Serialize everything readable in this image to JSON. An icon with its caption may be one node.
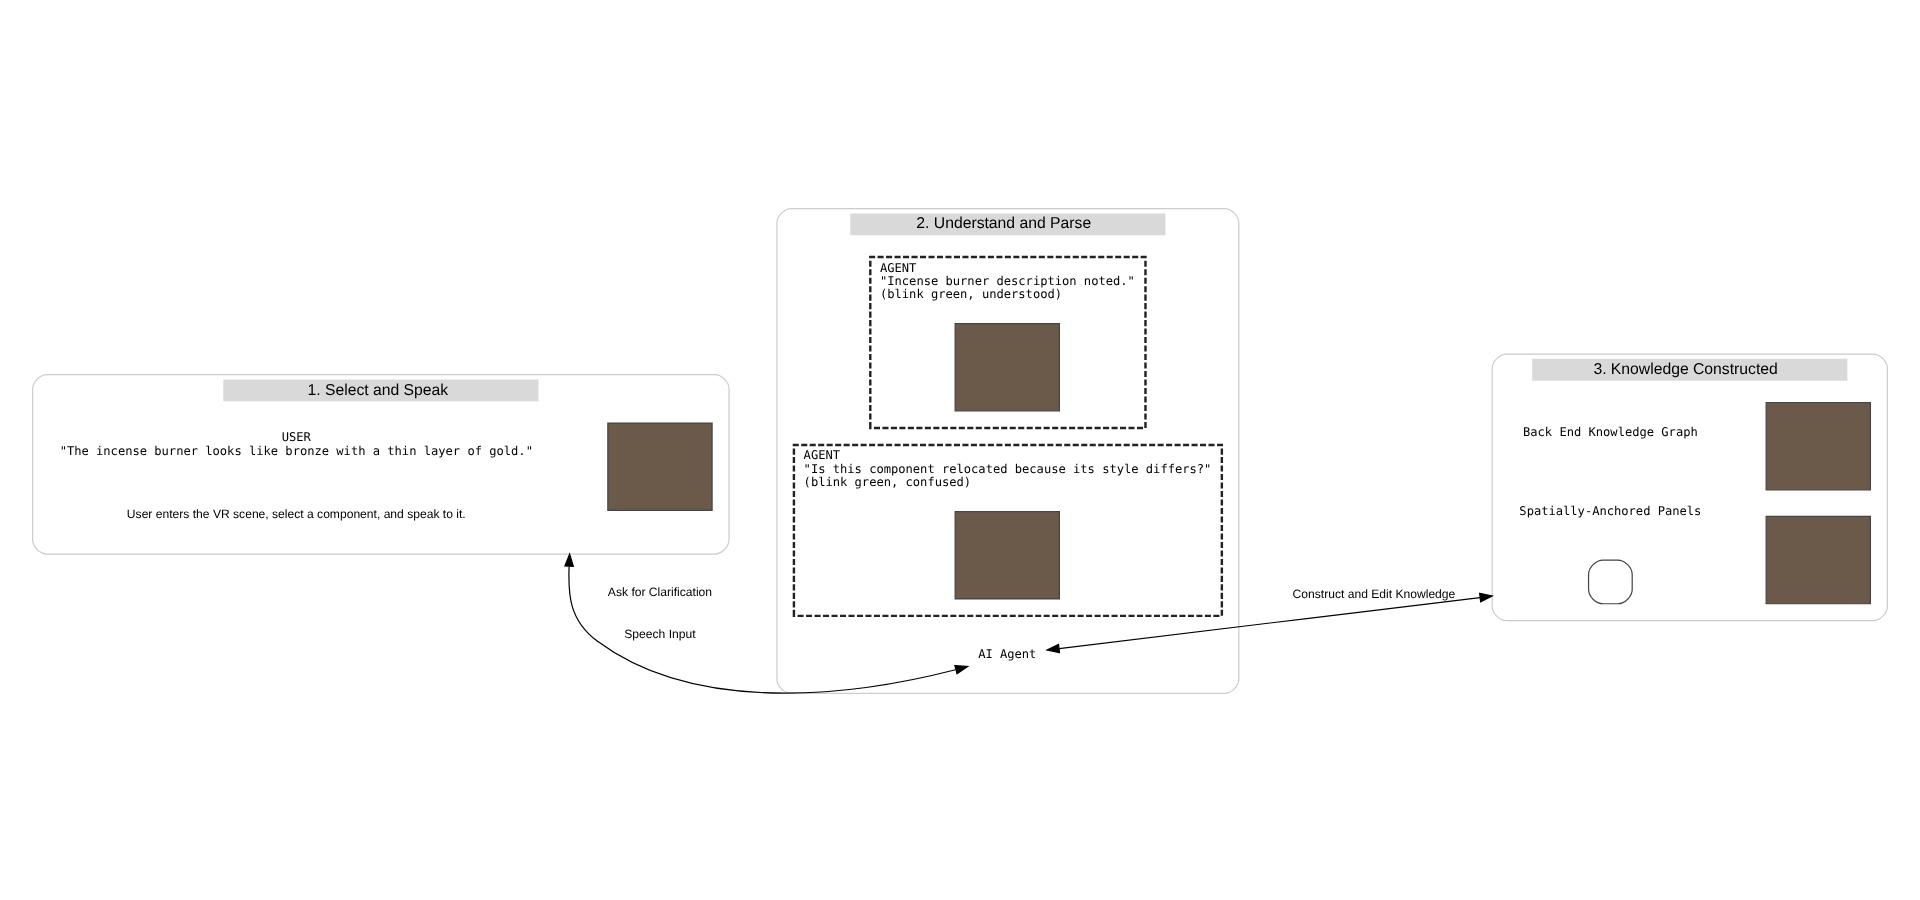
{
  "diagram": {
    "nodes": [
      {
        "text": [
          "1. Select and Speak",
          "User enters the VR scene, select a component, and speak to it."
        ]
      },
      {
        "text": [
          "USER",
          "\"The incense burner looks like bronze with a thin layer of gold.\""
        ],
        "in": 0
      },
      {
        "text": [],
        "shape": "box",
        "in": 0
      },
      {
        "text": [
          "2. Understand and Parse"
        ]
      },
      {
        "text": [
          "AGENT",
          "\"Incense burner description noted.\"",
          "(blink green, understood)"
        ],
        "in": 3
      },
      {
        "text": [],
        "shape": "box",
        "in": 4
      },
      {
        "text": [
          "AI Agent"
        ],
        "in": 3
      },
      {
        "text": [
          "AGENT",
          "\"Is this component relocated because its style differs?\"",
          "(blink green, confused)"
        ],
        "in": 3
      },
      {
        "text": [],
        "shape": "box",
        "in": 7
      },
      {
        "text": [
          "3. Knowledge Constructed"
        ]
      },
      {
        "text": [],
        "shape": "box",
        "in": 9
      },
      {
        "text": [
          "Spatially-Anchored Panels"
        ],
        "in": 9
      },
      {
        "text": [],
        "shape": "box",
        "in": 9
      },
      {
        "text": [
          "Back End Knowledge Graph"
        ],
        "in": 9
      },
      {
        "text": [],
        "shape": "box",
        "in": 9
      }
    ],
    "edges": [
      {
        "from": 0,
        "to": 6,
        "arrow": "both",
        "label": "Speech Input"
      },
      {
        "from": 6,
        "to": 9,
        "arrow": "both",
        "label": "Construct and Edit Knowledge"
      }
    ],
    "labels": [
      "Ask for Clarification"
    ]
  }
}
